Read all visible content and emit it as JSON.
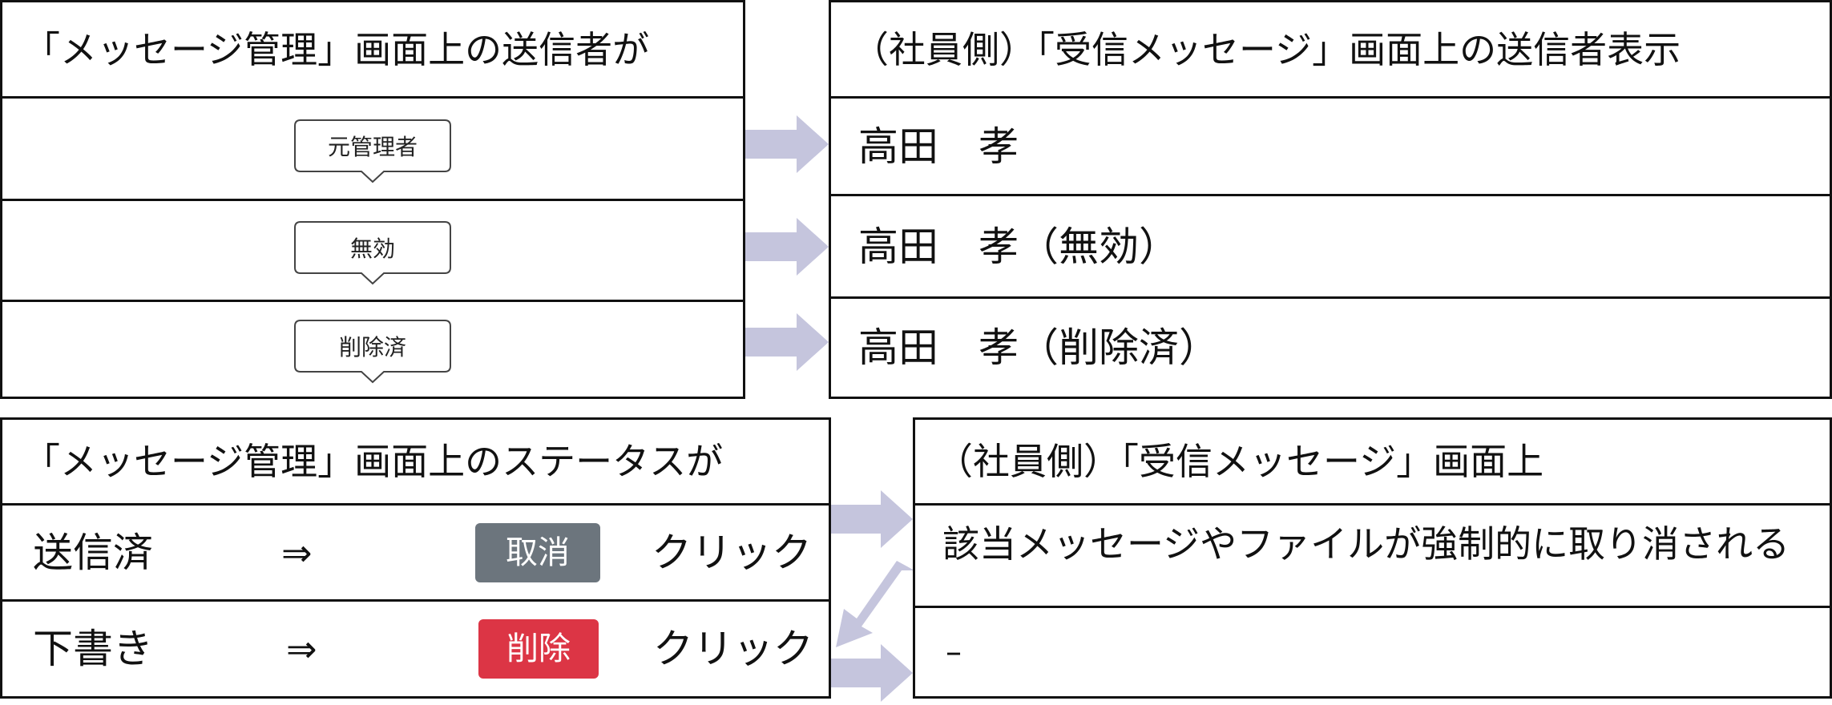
{
  "sender_section": {
    "left_header": "「メッセージ管理」画面上の送信者が",
    "right_header": "（社員側）「受信メッセージ」画面上の送信者表示",
    "rows": [
      {
        "tooltip": "元管理者",
        "display": "高田　孝"
      },
      {
        "tooltip": "無効",
        "display": "高田　孝（無効）"
      },
      {
        "tooltip": "削除済",
        "display": "高田　孝（削除済）"
      }
    ]
  },
  "status_section": {
    "left_header": "「メッセージ管理」画面上のステータスが",
    "right_header": "（社員側）「受信メッセージ」画面上",
    "rows": [
      {
        "status": "送信済",
        "implies": "⇒",
        "button": "取消",
        "action": "クリック",
        "result": "該当メッセージやファイルが強制的に取り消される"
      },
      {
        "status": "下書き",
        "implies": "⇒",
        "button": "削除",
        "action": "クリック",
        "result": "–"
      }
    ]
  },
  "colors": {
    "arrow": "#c5c5dd",
    "cancel_button": "#6c757d",
    "delete_button": "#dc3545",
    "border": "#111111"
  }
}
